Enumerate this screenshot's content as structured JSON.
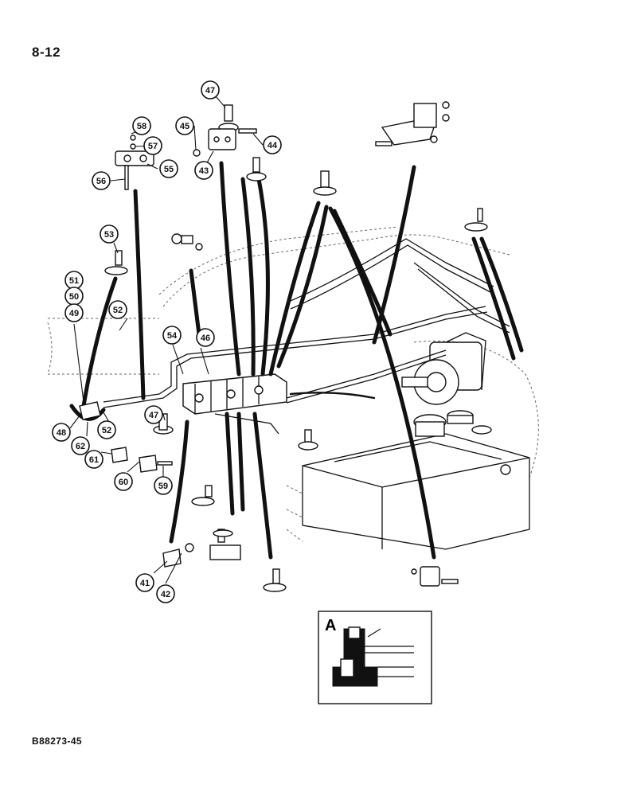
{
  "page_number": "8-12",
  "figure_code": "B88273-45",
  "inset": {
    "label": "A"
  },
  "callouts": [
    {
      "id": "47a",
      "label": "47"
    },
    {
      "id": "58",
      "label": "58"
    },
    {
      "id": "45",
      "label": "45"
    },
    {
      "id": "57",
      "label": "57"
    },
    {
      "id": "44",
      "label": "44"
    },
    {
      "id": "43",
      "label": "43"
    },
    {
      "id": "55",
      "label": "55"
    },
    {
      "id": "56",
      "label": "56"
    },
    {
      "id": "53",
      "label": "53"
    },
    {
      "id": "51",
      "label": "51"
    },
    {
      "id": "50",
      "label": "50"
    },
    {
      "id": "49",
      "label": "49"
    },
    {
      "id": "52a",
      "label": "52"
    },
    {
      "id": "54",
      "label": "54"
    },
    {
      "id": "46",
      "label": "46"
    },
    {
      "id": "47b",
      "label": "47"
    },
    {
      "id": "48",
      "label": "48"
    },
    {
      "id": "52b",
      "label": "52"
    },
    {
      "id": "62",
      "label": "62"
    },
    {
      "id": "61",
      "label": "61"
    },
    {
      "id": "60",
      "label": "60"
    },
    {
      "id": "59",
      "label": "59"
    },
    {
      "id": "41",
      "label": "41"
    },
    {
      "id": "42",
      "label": "42"
    }
  ]
}
